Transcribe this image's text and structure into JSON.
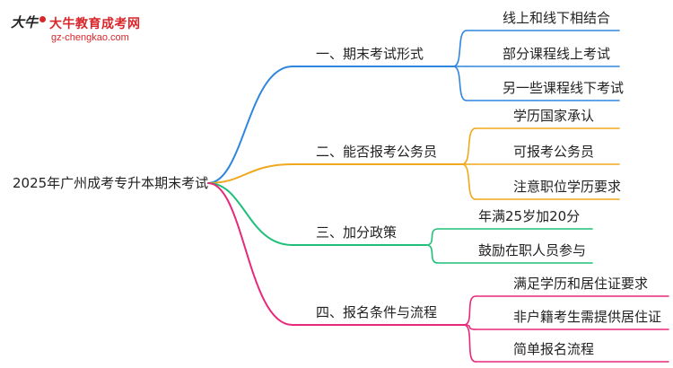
{
  "logo": {
    "mark": "大牛",
    "name": "大牛教育成考网",
    "url": "gz-chengkao.com"
  },
  "root": "2025年广州成考专升本期末考试",
  "branches": [
    {
      "label": "一、期末考试形式",
      "color": "#2e86e0",
      "children": [
        "线上和线下相结合",
        "部分课程线上考试",
        "另一些课程线下考试"
      ]
    },
    {
      "label": "二、能否报考公务员",
      "color": "#f0a81c",
      "children": [
        "学历国家承认",
        "可报考公务员",
        "注意职位学历要求"
      ]
    },
    {
      "label": "三、加分政策",
      "color": "#1fbf7a",
      "children": [
        "年满25岁加20分",
        "鼓励在职人员参与"
      ]
    },
    {
      "label": "四、报名条件与流程",
      "color": "#e8287a",
      "children": [
        "满足学历和居住证要求",
        "非户籍考生需提供居住证",
        "简单报名流程"
      ]
    }
  ]
}
